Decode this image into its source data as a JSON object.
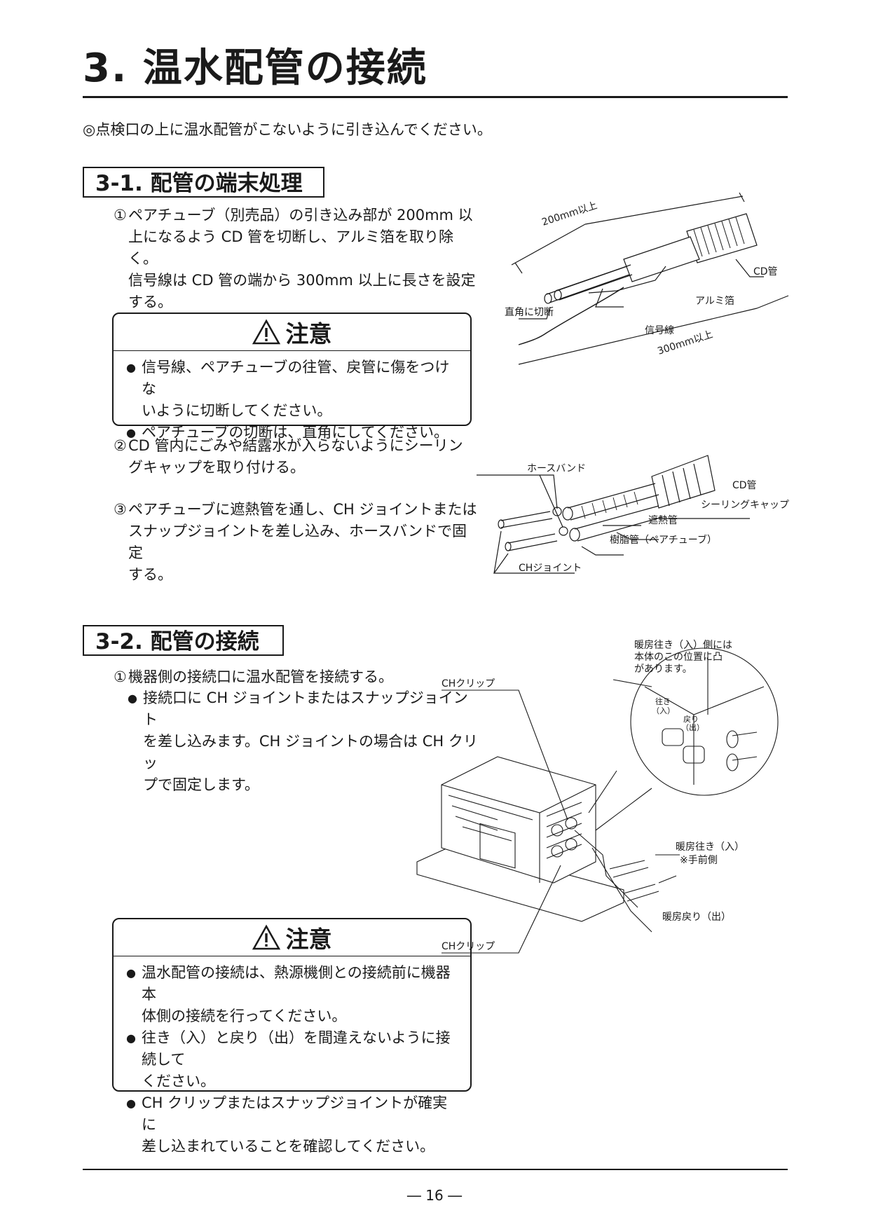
{
  "title": "3. 温水配管の接続",
  "intro": "◎点検口の上に温水配管がこないように引き込んでください。",
  "section1": {
    "heading": "3-1. 配管の端末処理",
    "step1": {
      "num": "①",
      "lines": [
        "ペアチューブ（別売品）の引き込み部が 200mm 以",
        "上になるよう CD 管を切断し、アルミ箔を取り除く。",
        "信号線は CD 管の端から 300mm 以上に長さを設定",
        "する。"
      ]
    },
    "caution": {
      "title": "注意",
      "items": [
        [
          "信号線、ペアチューブの往管、戻管に傷をつけな",
          "いように切断してください。"
        ],
        [
          "ペアチューブの切断は、直角にしてください。"
        ]
      ]
    },
    "step2": {
      "num": "②",
      "lines": [
        " CD 管内にごみや結露水が入らないようにシーリン",
        "グキャップを取り付ける。"
      ]
    },
    "step3": {
      "num": "③",
      "lines": [
        "ペアチューブに遮熱管を通し、CH ジョイントまたは",
        "スナップジョイントを差し込み、ホースバンドで固定",
        "する。"
      ]
    },
    "fig1_labels": {
      "len200": "200mm以上",
      "cd": "CD管",
      "alumi": "アルミ箔",
      "cut": "直角に切断",
      "signal": "信号線",
      "len300": "300mm以上"
    },
    "fig2_labels": {
      "band": "ホースバンド",
      "cd": "CD管",
      "cap": "シーリングキャップ",
      "shade": "遮熱管",
      "resin": "樹脂管（ペアチューブ）",
      "joint": "CHジョイント"
    }
  },
  "section2": {
    "heading": "3-2. 配管の接続",
    "step1": {
      "num": "①",
      "text": "機器側の接続口に温水配管を接続する。"
    },
    "bullet": [
      "接続口に CH ジョイントまたはスナップジョイント",
      "を差し込みます。CH ジョイントの場合は CH クリッ",
      "プで固定します。"
    ],
    "fig3_labels": {
      "note": [
        "暖房往き（入）側には",
        "本体のこの位置に凸",
        "があります。"
      ],
      "clip_top": "CHクリップ",
      "clip_bottom": "CHクリップ",
      "out": "暖房往き（入）",
      "front": "※手前側",
      "ret": "暖房戻り（出）",
      "circ_in": [
        "往き",
        "（入）"
      ],
      "circ_out": [
        "戻り",
        "（出）"
      ]
    },
    "caution": {
      "title": "注意",
      "items": [
        [
          "温水配管の接続は、熱源機側との接続前に機器本",
          "体側の接続を行ってください。"
        ],
        [
          "往き（入）と戻り（出）を間違えないように接続して",
          "ください。"
        ],
        [
          " CH クリップまたはスナップジョイントが確実に",
          "差し込まれていることを確認してください。"
        ]
      ]
    }
  },
  "page_number": "― 16 ―"
}
